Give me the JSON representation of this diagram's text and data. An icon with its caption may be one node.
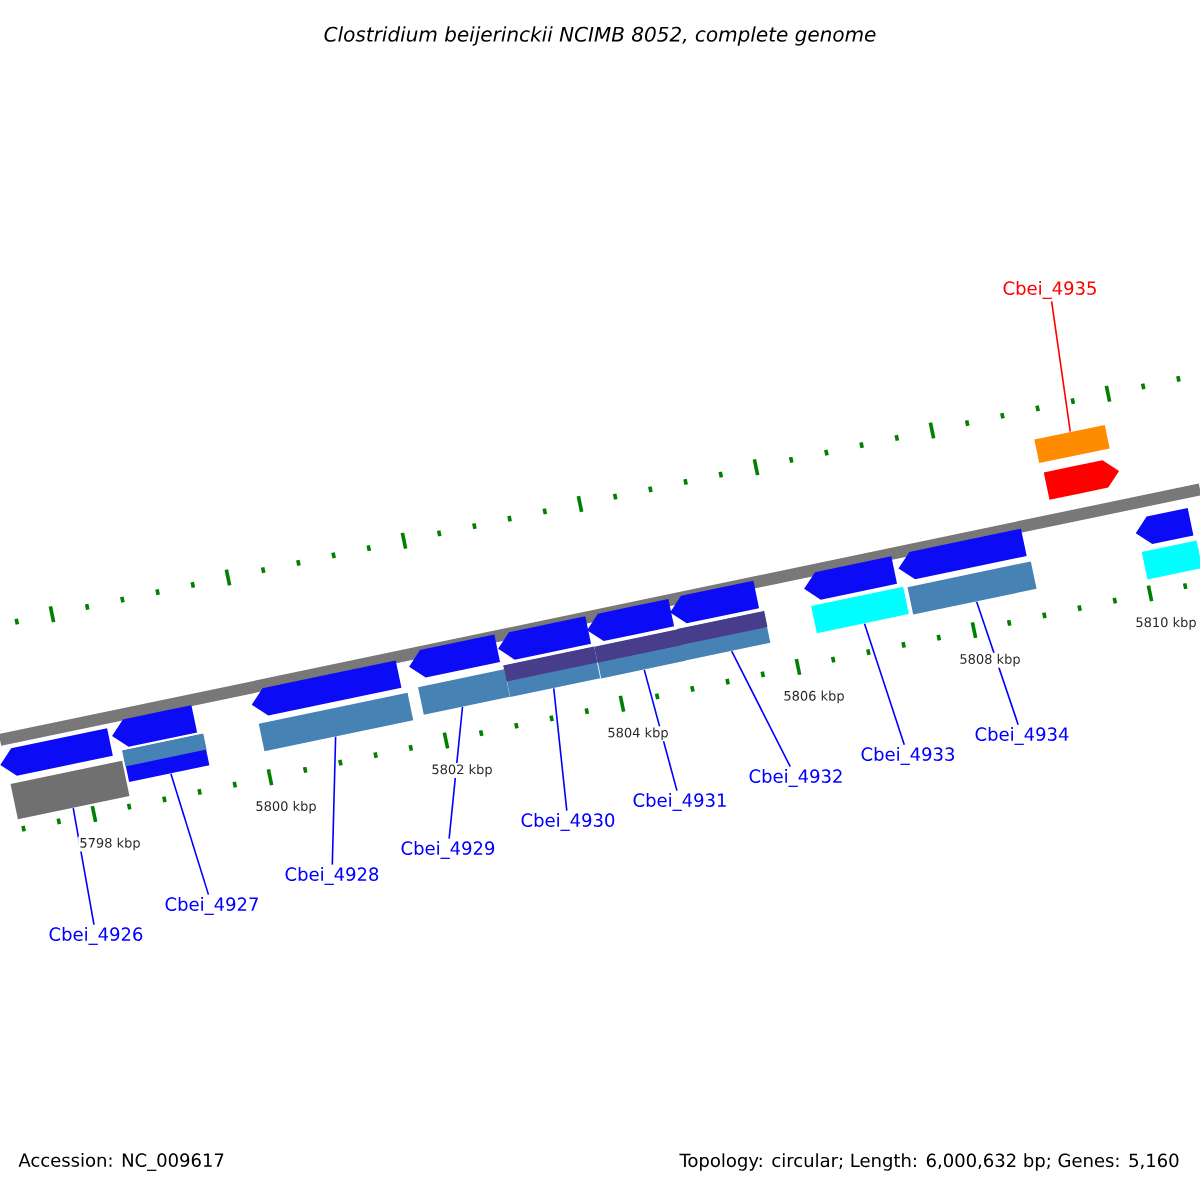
{
  "diagram": {
    "title": "Clostridium beijerinckii NCIMB 8052, complete genome",
    "nodes": [
      {
        "text": [],
        "shape": "bar"
      },
      {
        "text": [],
        "shape": "arrow"
      },
      {
        "text": [],
        "shape": "arrow"
      },
      {
        "text": [],
        "shape": "arrow"
      },
      {
        "text": [],
        "shape": "arrow"
      },
      {
        "text": [],
        "shape": "arrow"
      },
      {
        "text": [],
        "shape": "arrow"
      },
      {
        "text": [],
        "shape": "arrow"
      },
      {
        "text": [],
        "shape": "arrow"
      },
      {
        "text": [],
        "shape": "arrow"
      },
      {
        "text": [],
        "shape": "arrow"
      },
      {
        "text": [],
        "shape": "arrow"
      },
      {
        "text": [],
        "shape": "bar"
      },
      {
        "text": [],
        "shape": "bar"
      },
      {
        "text": [],
        "shape": "bar"
      },
      {
        "text": [],
        "shape": "bar"
      },
      {
        "text": [],
        "shape": "bar"
      },
      {
        "text": [],
        "shape": "bar"
      },
      {
        "text": [],
        "shape": "bar"
      },
      {
        "text": [],
        "shape": "bar"
      },
      {
        "text": [],
        "shape": "bar"
      },
      {
        "text": [],
        "shape": "bar"
      },
      {
        "text": [
          "Cbei_4935"
        ]
      },
      {
        "text": [
          "Cbei_4926"
        ]
      },
      {
        "text": [
          "Cbei_4927"
        ]
      },
      {
        "text": [
          "Cbei_4928"
        ]
      },
      {
        "text": [
          "Cbei_4929"
        ]
      },
      {
        "text": [
          "Cbei_4930"
        ]
      },
      {
        "text": [
          "Cbei_4931"
        ]
      },
      {
        "text": [
          "Cbei_4932"
        ]
      },
      {
        "text": [
          "Cbei_4933"
        ]
      },
      {
        "text": [
          "Cbei_4934"
        ]
      }
    ],
    "edges": [
      {
        "from": 22,
        "to": 0,
        "arrow": "none",
        "color": "#ff0000"
      },
      {
        "from": 23,
        "to": 12,
        "arrow": "none"
      },
      {
        "from": 24,
        "to": 13,
        "arrow": "none"
      },
      {
        "from": 25,
        "to": 14,
        "arrow": "none"
      },
      {
        "from": 26,
        "to": 15,
        "arrow": "none"
      },
      {
        "from": 27,
        "to": 16,
        "arrow": "none"
      },
      {
        "from": 28,
        "to": 17,
        "arrow": "none"
      },
      {
        "from": 29,
        "to": 18,
        "arrow": "none"
      },
      {
        "from": 30,
        "to": 19,
        "arrow": "none"
      },
      {
        "from": 31,
        "to": 20,
        "arrow": "none"
      }
    ],
    "labels": [
      "5798 kbp",
      "5800 kbp",
      "5802 kbp",
      "5804 kbp",
      "5806 kbp",
      "5808 kbp",
      "5810 kbp",
      "Accession: NC_009617",
      "Topology: circular; Length: 6,000,632 bp; Genes: 5,160"
    ]
  }
}
